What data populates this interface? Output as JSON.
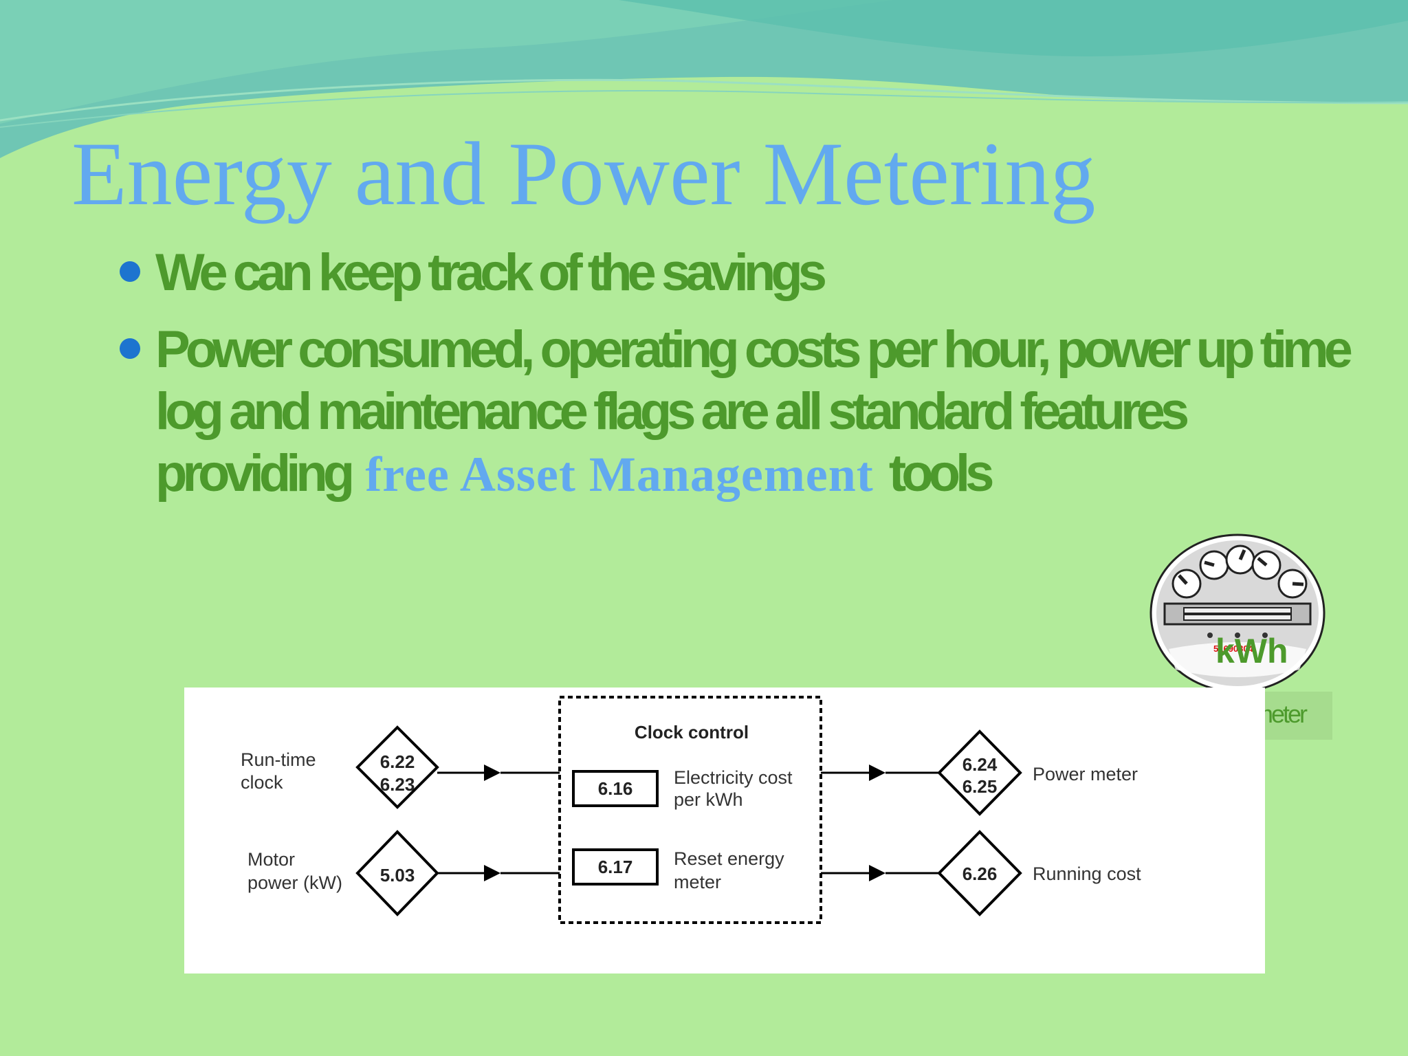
{
  "slide": {
    "title": "Energy and Power Metering",
    "bullets": [
      {
        "text": "We can keep track of the savings"
      },
      {
        "text_before": "Power consumed, operating costs per hour, power up time log and maintenance flags are all standard features providing ",
        "highlight": "free Asset Management",
        "text_after": " tools"
      }
    ]
  },
  "meter": {
    "display_digits": "51690804",
    "unit_label": "kWh",
    "caption": "Energy meter"
  },
  "diagram": {
    "clock_control": {
      "title": "Clock control",
      "params": [
        {
          "code": "6.16",
          "label_line1": "Electricity cost",
          "label_line2": "per kWh"
        },
        {
          "code": "6.17",
          "label_line1": "Reset energy",
          "label_line2": "meter"
        }
      ]
    },
    "inputs": [
      {
        "label_line1": "Run-time",
        "label_line2": "clock",
        "codes": [
          "6.22",
          "6.23"
        ]
      },
      {
        "label_line1": "Motor",
        "label_line2": "power (kW)",
        "codes": [
          "5.03"
        ]
      }
    ],
    "outputs": [
      {
        "codes": [
          "6.24",
          "6.25"
        ],
        "label": "Power meter"
      },
      {
        "codes": [
          "6.26"
        ],
        "label": "Running cost"
      }
    ]
  },
  "colors": {
    "background": "#b2eb9a",
    "title": "#62a9ef",
    "bullet_text": "#4d9a2c",
    "bullet_dot": "#1d74cf",
    "highlight": "#62a9ef"
  }
}
